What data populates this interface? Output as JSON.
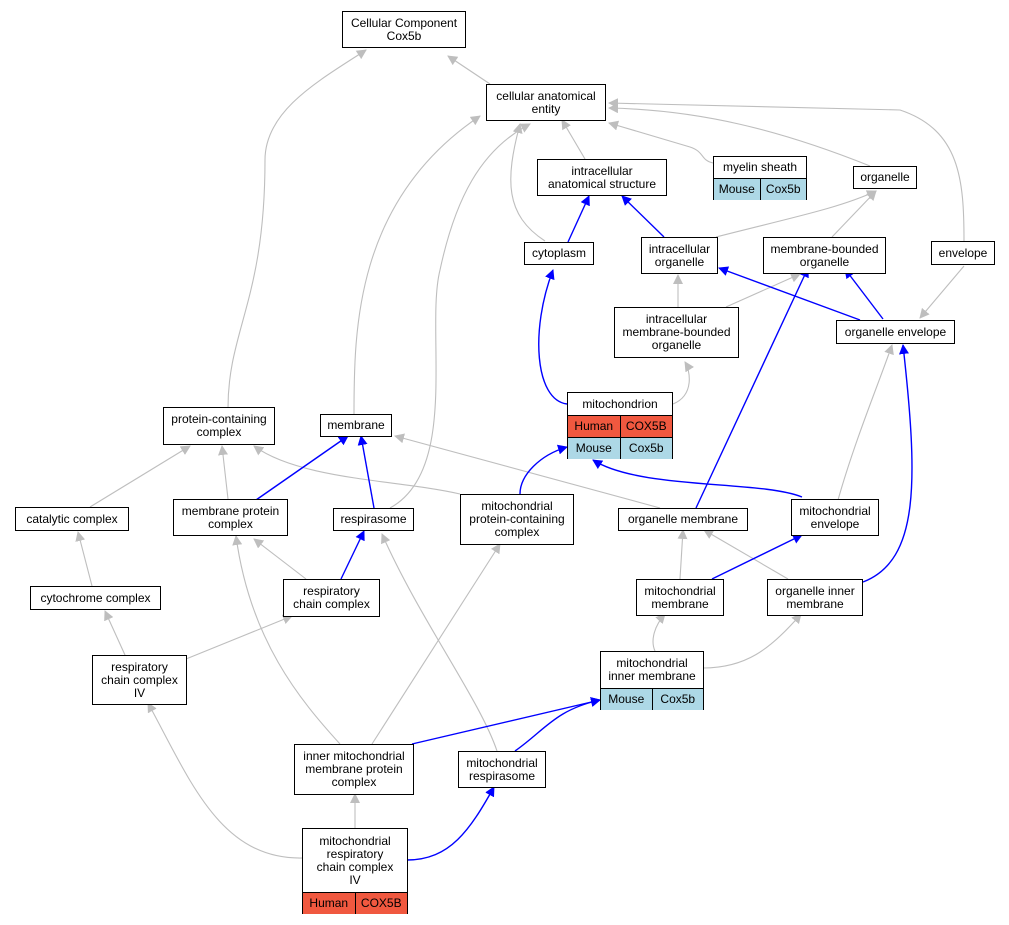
{
  "nodes": {
    "cellular_component": "Cellular Component\nCox5b",
    "cellular_anatomical_entity": "cellular anatomical\nentity",
    "intracellular_anatomical_structure": "intracellular\nanatomical structure",
    "organelle": "organelle",
    "cytoplasm": "cytoplasm",
    "intracellular_organelle": "intracellular\norganelle",
    "membrane_bounded_organelle": "membrane-bounded\norganelle",
    "envelope": "envelope",
    "intracellular_membrane_bounded_organelle": "intracellular\nmembrane-bounded\norganelle",
    "organelle_envelope": "organelle envelope",
    "protein_containing_complex": "protein-containing\ncomplex",
    "membrane": "membrane",
    "catalytic_complex": "catalytic complex",
    "membrane_protein_complex": "membrane protein\ncomplex",
    "respirasome": "respirasome",
    "mitochondrial_protein_containing_complex": "mitochondrial\nprotein-containing\ncomplex",
    "organelle_membrane": "organelle membrane",
    "mitochondrial_envelope": "mitochondrial\nenvelope",
    "cytochrome_complex": "cytochrome complex",
    "respiratory_chain_complex": "respiratory\nchain complex",
    "mitochondrial_membrane": "mitochondrial\nmembrane",
    "organelle_inner_membrane": "organelle inner\nmembrane",
    "respiratory_chain_complex_iv": "respiratory\nchain complex\nIV",
    "inner_mitochondrial_membrane_protein_complex": "inner mitochondrial\nmembrane protein\ncomplex",
    "mitochondrial_respirasome": "mitochondrial\nrespirasome"
  },
  "gene_nodes": {
    "myelin_sheath": {
      "title": "myelin sheath",
      "rows": [
        {
          "species": "Mouse",
          "gene": "Cox5b"
        }
      ]
    },
    "mitochondrion": {
      "title": "mitochondrion",
      "rows": [
        {
          "species": "Human",
          "gene": "COX5B"
        },
        {
          "species": "Mouse",
          "gene": "Cox5b"
        }
      ]
    },
    "mitochondrial_inner_membrane": {
      "title": "mitochondrial\ninner membrane",
      "rows": [
        {
          "species": "Mouse",
          "gene": "Cox5b"
        }
      ]
    },
    "mitochondrial_respiratory_chain_complex_iv": {
      "title": "mitochondrial\nrespiratory\nchain complex\nIV",
      "rows": [
        {
          "species": "Human",
          "gene": "COX5B"
        }
      ]
    }
  },
  "colors": {
    "human": "#f0583f",
    "mouse": "#add8e6",
    "edge_gray": "#bebebe",
    "edge_blue": "#0000ff"
  }
}
